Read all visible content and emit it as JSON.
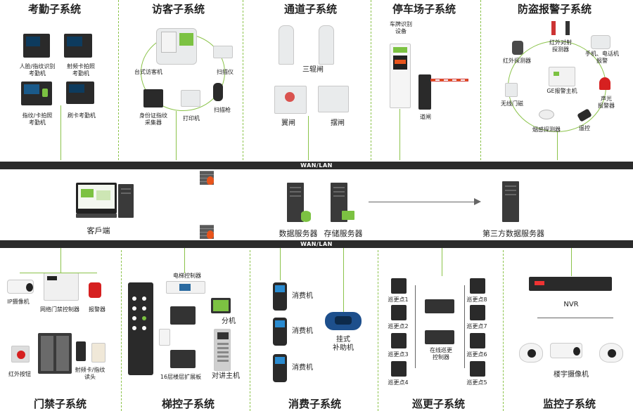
{
  "sections_top": {
    "attendance": {
      "title": "考勤子系统",
      "devices": [
        "人脸/指纹识别\n考勤机",
        "射频卡拍照\n考勤机",
        "指纹/卡拍照\n考勤机",
        "刷卡考勤机"
      ]
    },
    "visitor": {
      "title": "访客子系统",
      "devices": [
        "台式访客机",
        "扫描仪",
        "身份证指纹\n采集器",
        "打印机",
        "扫描枪"
      ]
    },
    "passage": {
      "title": "通道子系统",
      "devices": [
        "三辊闸",
        "翼闸",
        "摆闸"
      ]
    },
    "parking": {
      "title": "停车场子系统",
      "devices": [
        "车牌识别\n设备",
        "道闸"
      ]
    },
    "alarm": {
      "title": "防盗报警子系统",
      "devices": [
        "红外对射\n探测器",
        "红外探测器",
        "手机、电话机\n报警",
        "GE报警主机",
        "无线门磁",
        "声光\n报警器",
        "烟感探测器",
        "遥控"
      ]
    }
  },
  "network": {
    "bus_top": "WAN/LAN",
    "bus_bottom": "WAN/LAN",
    "client_label": "客戶端",
    "data_server": "数据服务器",
    "storage_server": "存储服务器",
    "third_party_server": "第三方数据服务器"
  },
  "sections_bottom": {
    "access": {
      "title": "门禁子系统",
      "devices": [
        "IP摄像机",
        "网络门禁控制器",
        "报警器",
        "红外按钮",
        "射频卡/指纹\n读头"
      ]
    },
    "elevator": {
      "title": "梯控子系统",
      "devices": [
        "电梯控制器",
        "分机",
        "16层楼层扩展板",
        "对讲主机"
      ]
    },
    "consumption": {
      "title": "消费子系统",
      "devices": [
        "消费机",
        "消费机",
        "消费机",
        "挂式\n补助机"
      ]
    },
    "patrol": {
      "title": "巡更子系统",
      "points_left": [
        "巡更点1",
        "巡更点2",
        "巡更点3",
        "巡更点4"
      ],
      "points_right": [
        "巡更点8",
        "巡更点7",
        "巡更点6",
        "巡更点5"
      ],
      "controller": "在线巡更\n控制器"
    },
    "monitor": {
      "title": "监控子系统",
      "devices": [
        "NVR",
        "楼宇摄像机"
      ]
    }
  },
  "colors": {
    "accent": "#8bc34a",
    "bus": "#2b2b2b",
    "dark_device": "#2a2a2a",
    "fire": "#e8541c"
  }
}
